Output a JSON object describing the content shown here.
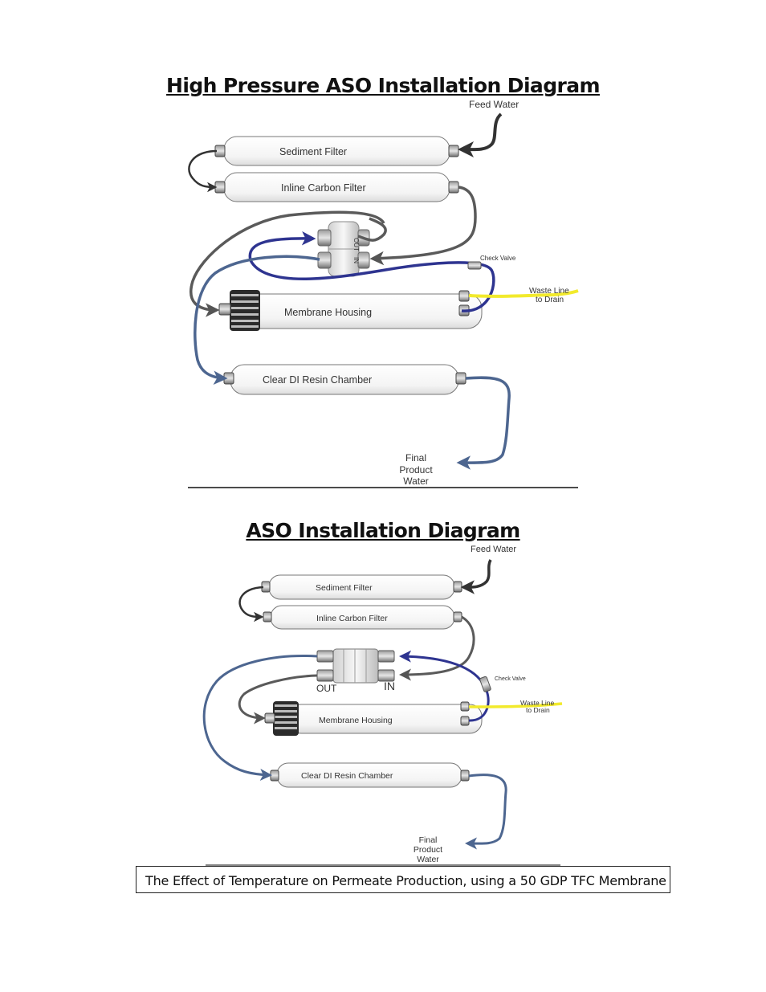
{
  "diagram1": {
    "title": "High Pressure ASO Installation Diagram",
    "labels": {
      "feed_water": "Feed Water",
      "sediment_filter": "Sediment Filter",
      "carbon_filter": "Inline Carbon  Filter",
      "membrane_housing": "Membrane Housing",
      "di_resin": "Clear DI Resin Chamber",
      "check_valve": "Check Valve",
      "waste_line_1": "Waste Line",
      "waste_line_2": "to Drain",
      "final_1": "Final",
      "final_2": "Product",
      "final_3": "Water",
      "out": "OUT",
      "in": "IN"
    }
  },
  "diagram2": {
    "title": "ASO Installation Diagram",
    "labels": {
      "feed_water": "Feed Water",
      "sediment_filter": "Sediment Filter",
      "carbon_filter": "Inline Carbon  Filter",
      "membrane_housing": "Membrane Housing",
      "di_resin": "Clear DI Resin Chamber",
      "check_valve": "Check Valve",
      "waste_line_1": "Waste Line",
      "waste_line_2": "to Drain",
      "final_1": "Final",
      "final_2": "Product",
      "final_3": "Water",
      "out": "OUT",
      "in": "IN"
    }
  },
  "caption": "The Effect of Temperature on Permeate Production, using a 50 GDP TFC Membrane",
  "colors": {
    "feed_line": "#3a3a3a",
    "grey_tube": "#5a5a5a",
    "navy_tube": "#2e3490",
    "slate_tube": "#4d6690",
    "waste_line": "#f2ea2c"
  }
}
